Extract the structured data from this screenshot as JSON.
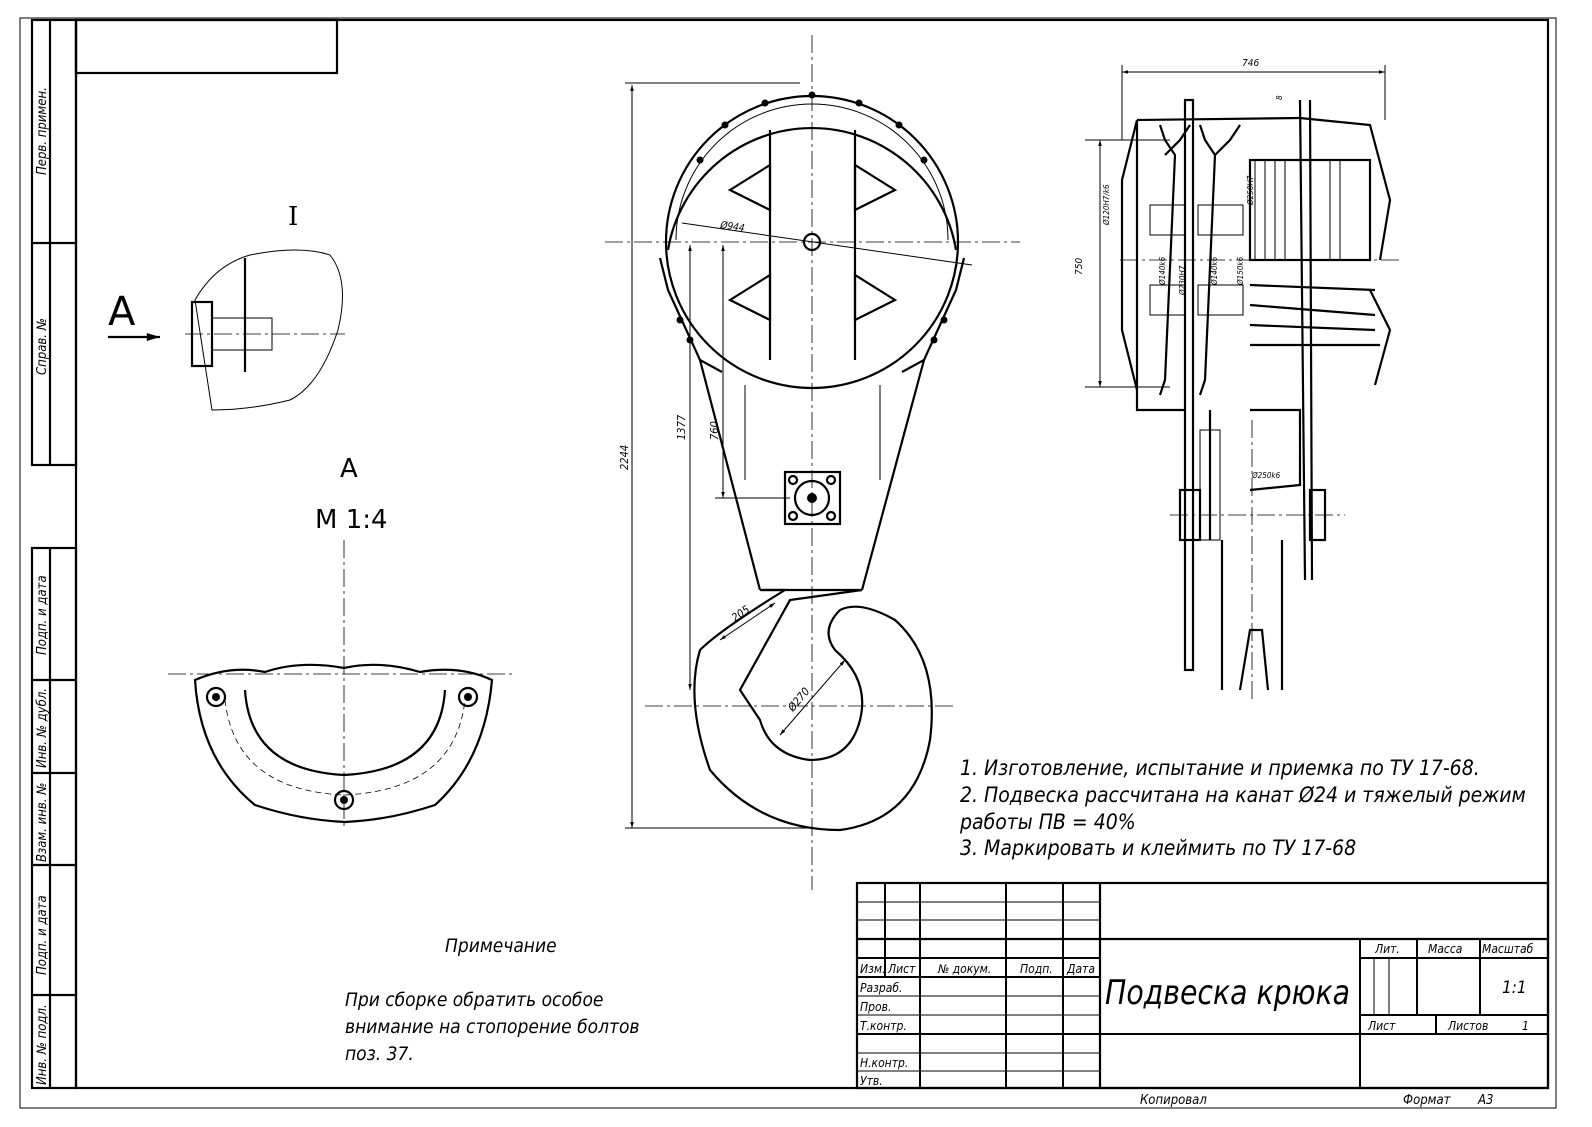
{
  "sheet": {
    "side_stamps": [
      "Перв. примен.",
      "Справ. №",
      "Подп. и дата",
      "Инв. № дубл.",
      "Взам. инв. №",
      "Подп. и дата",
      "Инв. № подл."
    ],
    "footer_copied": "Копировал",
    "footer_format_label": "Формат",
    "footer_format_value": "A3"
  },
  "views": {
    "detail_I_label": "I",
    "arrow_A_label": "A",
    "view_A_label": "A",
    "view_A_scale": "M 1:4"
  },
  "dimensions": {
    "front": {
      "overall_height": "2244",
      "d1": "1377",
      "d2": "760",
      "sheave_dia": "Ø944",
      "hook_throat": "205",
      "hook_dia": "Ø270"
    },
    "side": {
      "width": "746",
      "height": "750",
      "gap": "8",
      "fit1": "Ø120H7/k6",
      "fit2": "Ø140k6",
      "fit3": "Ø230H7",
      "fit4": "Ø140k6",
      "fit5": "Ø150k6",
      "fit6": "Ø250H7",
      "fit7": "Ø250k6"
    }
  },
  "notes": {
    "tech_requirements": [
      "1. Изготовление, испытание и приемка по ТУ 17-68.",
      "2. Подвеска рассчитана на канат Ø24 и тяжелый режим",
      "работы ПВ = 40%",
      "3. Маркировать и клеймить по ТУ 17-68"
    ],
    "remark_title": "Примечание",
    "remark_lines": [
      "При сборке обратить особое",
      "внимание на стопорение болтов",
      "поз. 37."
    ]
  },
  "title_block": {
    "headers": [
      "Изм.",
      "Лист",
      "№ докум.",
      "Подп.",
      "Дата"
    ],
    "roles": [
      "Разраб.",
      "Пров.",
      "Т.контр.",
      "",
      "Н.контр.",
      "Утв."
    ],
    "title": "Подвеска крюка",
    "lit_label": "Лит.",
    "mass_label": "Масса",
    "scale_label": "Масштаб",
    "scale_value": "1:1",
    "sheet_label": "Лист",
    "sheets_label": "Листов",
    "sheets_value": "1"
  }
}
